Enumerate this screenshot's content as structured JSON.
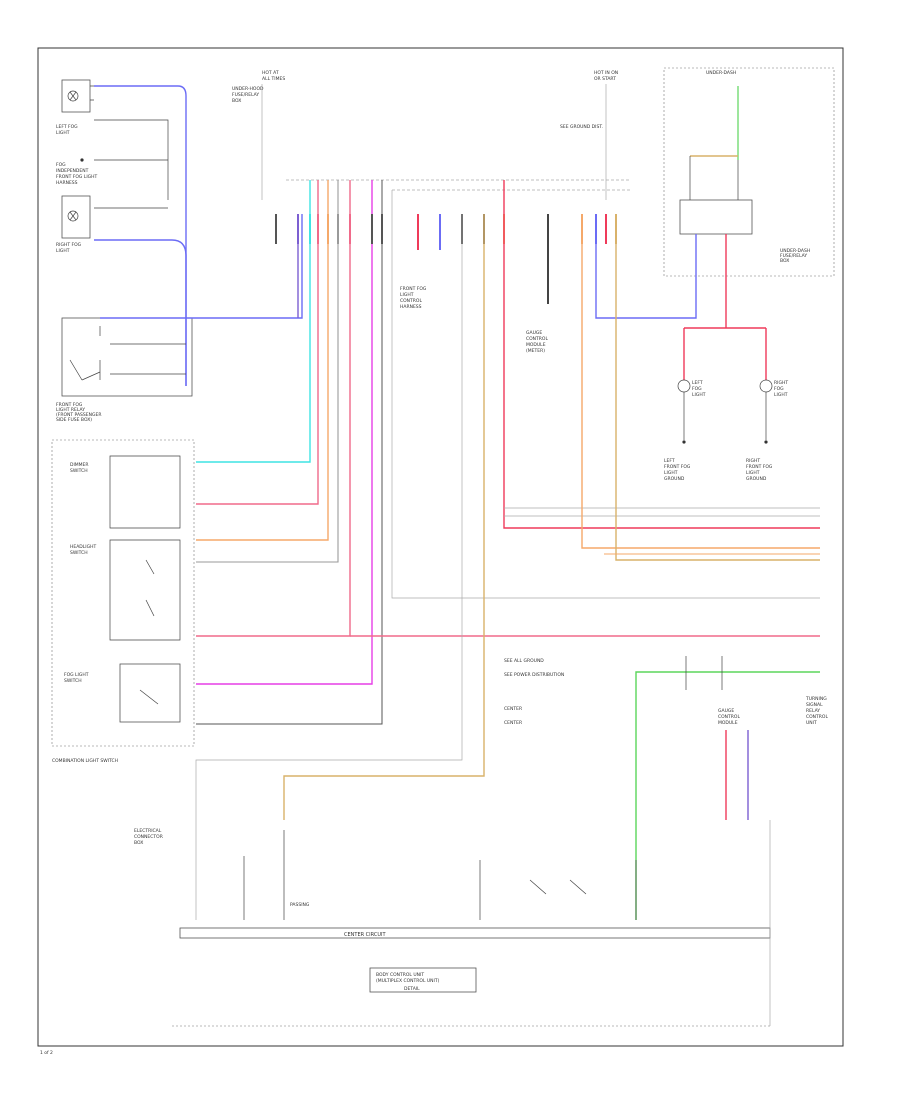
{
  "labels": {
    "left_top_group": [
      "LEFT FOG",
      "LIGHT"
    ],
    "left_mid_group": [
      "FOG",
      "INDEPENDENT",
      "FRONT FOG LIGHT",
      "HARNESS"
    ],
    "right_fog_light": [
      "RIGHT FOG",
      "LIGHT"
    ],
    "top_hot_label": [
      "HOT AT",
      "ALL TIMES"
    ],
    "top_center_label": [
      "UNDER-HOOD",
      "FUSE/RELAY",
      "BOX"
    ],
    "top_hot2": [
      "HOT IN ON",
      "OR START"
    ],
    "top_right_box": "UNDER-DASH",
    "see_ground": "SEE GROUND DIST.",
    "fog_switch_label": [
      "FRONT FOG",
      "LIGHT RELAY",
      "(FRONT PASSENGER",
      "SIDE FUSE BOX)"
    ],
    "fog_relay_label": [
      "FRONT FOG",
      "LIGHT",
      "CONTROL",
      "HARNESS"
    ],
    "right_box_label": [
      "UNDER-DASH",
      "FUSE/RELAY",
      "BOX"
    ],
    "combination_switch": "COMBINATION LIGHT SWITCH",
    "dimmer_label": [
      "DIMMER",
      "SWITCH"
    ],
    "headlight_label": [
      "HEADLIGHT",
      "SWITCH"
    ],
    "fog_light_switch": [
      "FOG LIGHT",
      "SWITCH"
    ],
    "passing_label": "PASSING",
    "center_label": [
      "ELECTRICAL",
      "CONNECTOR",
      "BOX"
    ],
    "center_connector": [
      "GAUGE",
      "CONTROL",
      "MODULE",
      "(METER)"
    ],
    "left_lamp": [
      "LEFT",
      "FOG",
      "LIGHT"
    ],
    "right_lamp": [
      "RIGHT",
      "FOG",
      "LIGHT"
    ],
    "left_ground": [
      "LEFT",
      "FRONT FOG",
      "LIGHT",
      "GROUND"
    ],
    "right_ground": [
      "RIGHT",
      "FRONT FOG",
      "LIGHT",
      "GROUND"
    ],
    "gauge_label": [
      "GAUGE",
      "CONTROL",
      "MODULE"
    ],
    "bottom_center": "CENTER CIRCUIT",
    "bottom_box": [
      "BODY CONTROL UNIT",
      "(MULTIPLEX CONTROL UNIT)"
    ],
    "bottom_inner": "DETAIL",
    "legend": [
      "SEE ALL GROUND",
      "SEE POWER DISTRIBUTION",
      "CENTER",
      "CENTER"
    ],
    "right_side_label": [
      "TURNING",
      "SIGNAL",
      "RELAY",
      "CONTROL",
      "UNIT"
    ],
    "page_number": "1 of 2"
  },
  "colors": {
    "blue": "#6b6cf5",
    "purple": "#7c5fd1",
    "cyan": "#3fe3e3",
    "pink": "#f06a8a",
    "red": "#ef3a5a",
    "orange": "#f5a96a",
    "tan": "#d9b26a",
    "magenta": "#e63ee6",
    "green": "#5bd65b",
    "gray": "#9a9a9a"
  }
}
